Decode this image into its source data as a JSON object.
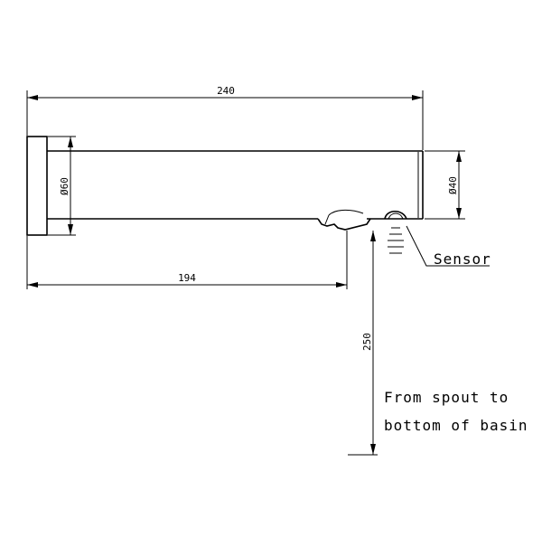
{
  "dimensions": {
    "overall_length": "240",
    "wall_plate_diameter": "Ø60",
    "spout_diameter": "Ø40",
    "spout_reach": "194",
    "spout_height": "250"
  },
  "callouts": {
    "sensor": "Sensor",
    "note_line1": "From spout to",
    "note_line2": "bottom of basin"
  }
}
